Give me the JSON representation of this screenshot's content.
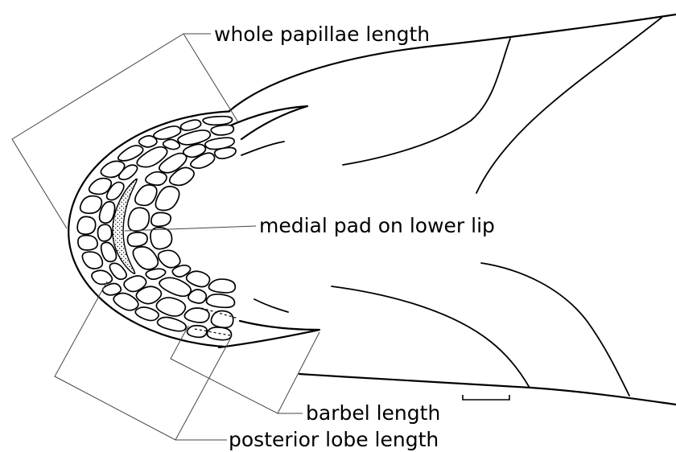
{
  "labels": {
    "whole_papillae_length": "whole papillae length",
    "medial_pad": "medial pad on lower lip",
    "barbel_length": "barbel length",
    "posterior_lobe_length": "posterior lobe length"
  },
  "colors": {
    "ink": "#000000",
    "leader": "#444444",
    "background": "#ffffff"
  }
}
